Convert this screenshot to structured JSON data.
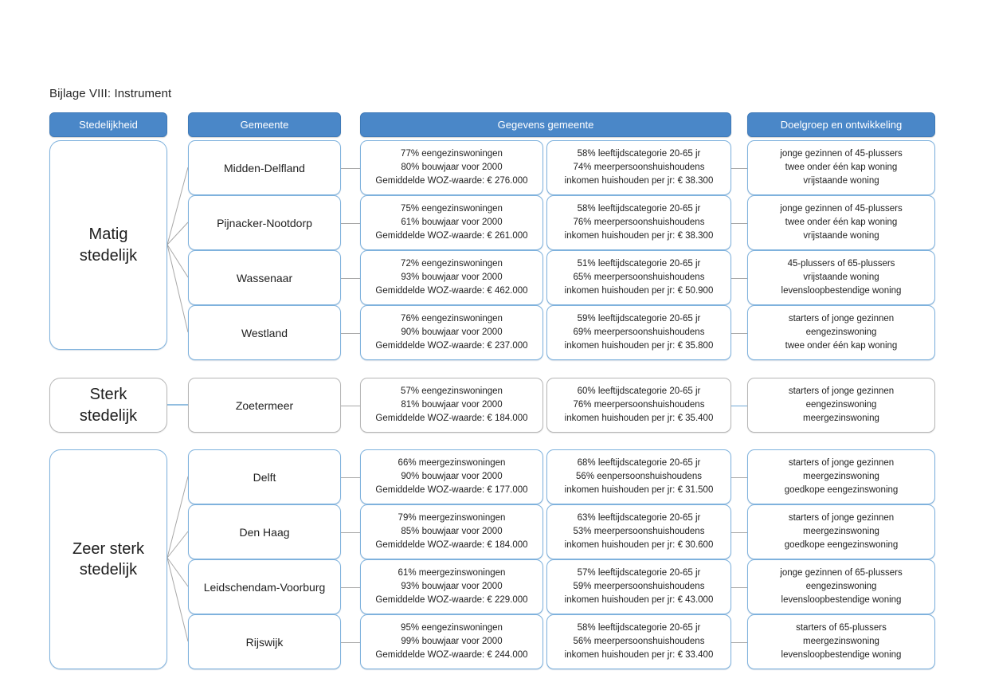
{
  "page": {
    "title": "Bijlage VIII: Instrument"
  },
  "colors": {
    "header_fill": "#4a87c8",
    "header_text": "#ffffff",
    "box_border_blue": "#7fb2dd",
    "box_border_gray": "#b6b6b6",
    "connector": "#a8a8a8",
    "background": "#ffffff",
    "text": "#1f1f1f"
  },
  "headers": [
    {
      "id": "stedelijkheid",
      "label": "Stedelijkheid"
    },
    {
      "id": "gemeente",
      "label": "Gemeente"
    },
    {
      "id": "gegevens-gemeente",
      "label": "Gegevens gemeente"
    },
    {
      "id": "doelgroep",
      "label": "Doelgroep en ontwikkeling"
    }
  ],
  "groups": [
    {
      "id": "matig",
      "label_lines": [
        "Matig",
        "stedelijk"
      ],
      "border": "blue"
    },
    {
      "id": "sterk",
      "label_lines": [
        "Sterk",
        "stedelijk"
      ],
      "border": "gray"
    },
    {
      "id": "zeer-sterk",
      "label_lines": [
        "Zeer sterk",
        "stedelijk"
      ],
      "border": "blue"
    }
  ],
  "rows": [
    {
      "group": "matig",
      "gemeente": "Midden-Delfland",
      "border": "blue",
      "woningen": [
        "77% eengezinswoningen",
        "80% bouwjaar voor 2000",
        "Gemiddelde WOZ-waarde: € 276.000"
      ],
      "huishoudens": [
        "58% leeftijdscategorie 20-65 jr",
        "74% meerpersoonshuishoudens",
        "inkomen huishouden per jr: € 38.300"
      ],
      "doelgroep": [
        "jonge gezinnen of 45-plussers",
        "twee onder één kap woning",
        "vrijstaande woning"
      ]
    },
    {
      "group": "matig",
      "gemeente": "Pijnacker-Nootdorp",
      "border": "blue",
      "woningen": [
        "75% eengezinswoningen",
        "61% bouwjaar voor 2000",
        "Gemiddelde WOZ-waarde: € 261.000"
      ],
      "huishoudens": [
        "58% leeftijdscategorie 20-65 jr",
        "76% meerpersoonshuishoudens",
        "inkomen huishouden per jr: € 38.300"
      ],
      "doelgroep": [
        "jonge gezinnen of 45-plussers",
        "twee onder één kap woning",
        "vrijstaande woning"
      ]
    },
    {
      "group": "matig",
      "gemeente": "Wassenaar",
      "border": "blue",
      "woningen": [
        "72% eengezinswoningen",
        "93% bouwjaar voor 2000",
        "Gemiddelde WOZ-waarde: € 462.000"
      ],
      "huishoudens": [
        "51% leeftijdscategorie 20-65 jr",
        "65% meerpersoonshuishoudens",
        "inkomen huishouden per jr: € 50.900"
      ],
      "doelgroep": [
        "45-plussers of 65-plussers",
        "vrijstaande woning",
        "levensloopbestendige woning"
      ]
    },
    {
      "group": "matig",
      "gemeente": "Westland",
      "border": "blue",
      "woningen": [
        "76% eengezinswoningen",
        "90% bouwjaar voor 2000",
        "Gemiddelde WOZ-waarde: € 237.000"
      ],
      "huishoudens": [
        "59% leeftijdscategorie 20-65 jr",
        "69% meerpersoonshuishoudens",
        "inkomen huishouden per jr: € 35.800"
      ],
      "doelgroep": [
        "starters of jonge gezinnen",
        "eengezinswoning",
        "twee onder één kap woning"
      ]
    },
    {
      "group": "sterk",
      "gemeente": "Zoetermeer",
      "border": "gray",
      "woningen": [
        "57% eengezinswoningen",
        "81% bouwjaar voor 2000",
        "Gemiddelde WOZ-waarde: € 184.000"
      ],
      "huishoudens": [
        "60% leeftijdscategorie 20-65 jr",
        "76% meerpersoonshuishoudens",
        "inkomen huishouden per jr: € 35.400"
      ],
      "doelgroep": [
        "starters of jonge gezinnen",
        "eengezinswoning",
        "meergezinswoning"
      ]
    },
    {
      "group": "zeer-sterk",
      "gemeente": "Delft",
      "border": "blue",
      "woningen": [
        "66% meergezinswoningen",
        "90% bouwjaar voor 2000",
        "Gemiddelde WOZ-waarde: € 177.000"
      ],
      "huishoudens": [
        "68% leeftijdscategorie 20-65 jr",
        "56% eenpersoonshuishoudens",
        "inkomen huishouden per jr: € 31.500"
      ],
      "doelgroep": [
        "starters of jonge gezinnen",
        "meergezinswoning",
        "goedkope eengezinswoning"
      ]
    },
    {
      "group": "zeer-sterk",
      "gemeente": "Den Haag",
      "border": "blue",
      "woningen": [
        "79% meergezinswoningen",
        "85% bouwjaar voor 2000",
        "Gemiddelde WOZ-waarde: € 184.000"
      ],
      "huishoudens": [
        "63% leeftijdscategorie 20-65 jr",
        "53% meerpersoonshuishoudens",
        "inkomen huishouden per jr: € 30.600"
      ],
      "doelgroep": [
        "starters of jonge gezinnen",
        "meergezinswoning",
        "goedkope eengezinswoning"
      ]
    },
    {
      "group": "zeer-sterk",
      "gemeente": "Leidschendam-Voorburg",
      "border": "blue",
      "woningen": [
        "61% meergezinswoningen",
        "93% bouwjaar voor 2000",
        "Gemiddelde WOZ-waarde: € 229.000"
      ],
      "huishoudens": [
        "57% leeftijdscategorie 20-65 jr",
        "59% meerpersoonshuishoudens",
        "inkomen huishouden per jr: € 43.000"
      ],
      "doelgroep": [
        "jonge gezinnen of 65-plussers",
        "eengezinswoning",
        "levensloopbestendige woning"
      ]
    },
    {
      "group": "zeer-sterk",
      "gemeente": "Rijswijk",
      "border": "blue",
      "woningen": [
        "95% eengezinswoningen",
        "99% bouwjaar voor 2000",
        "Gemiddelde WOZ-waarde: € 244.000"
      ],
      "huishoudens": [
        "58% leeftijdscategorie 20-65 jr",
        "56% meerpersoonshuishoudens",
        "inkomen huishouden per jr: € 33.400"
      ],
      "doelgroep": [
        "starters of 65-plussers",
        "meergezinswoning",
        "levensloopbestendige woning"
      ]
    }
  ]
}
